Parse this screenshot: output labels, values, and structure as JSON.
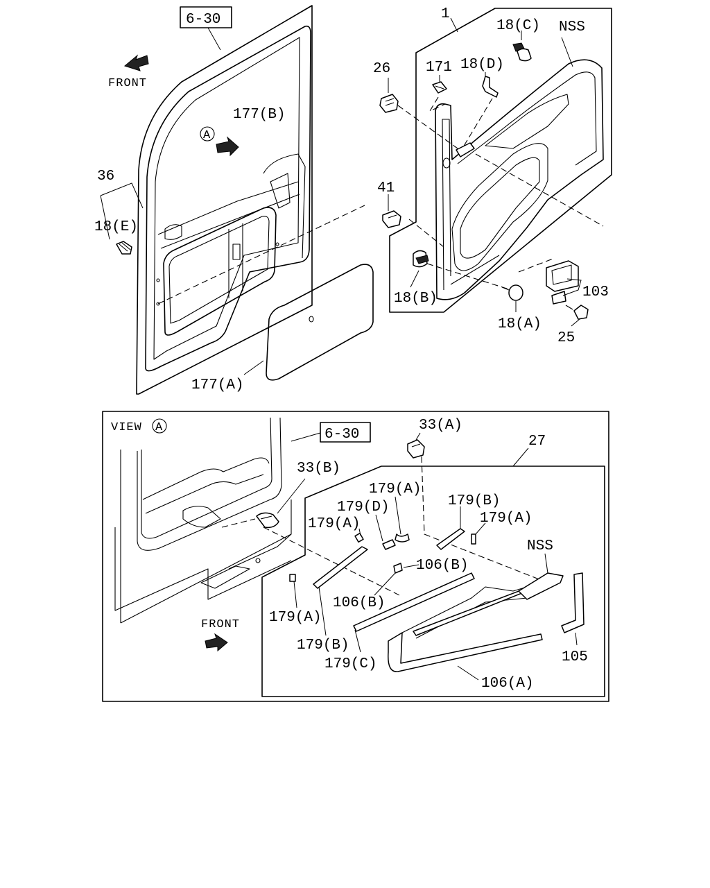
{
  "upper_view": {
    "ref_box": "6-30",
    "front_label": "FRONT",
    "view_marker": "A",
    "labels": {
      "p1": "1",
      "p18c": "18(C)",
      "nss": "NSS",
      "p26": "26",
      "p171": "171",
      "p18d": "18(D)",
      "p177b": "177(B)",
      "p36": "36",
      "p18e": "18(E)",
      "p41": "41",
      "p18b": "18(B)",
      "p18a": "18(A)",
      "p103": "103",
      "p25": "25",
      "p177a": "177(A)"
    }
  },
  "lower_view": {
    "view_label": "VIEW",
    "view_marker": "A",
    "ref_box": "6-30",
    "front_label": "FRONT",
    "labels": {
      "p33a": "33(A)",
      "p27": "27",
      "p33b": "33(B)",
      "p179a_1": "179(A)",
      "p179d": "179(D)",
      "p179b_1": "179(B)",
      "p179a_2": "179(A)",
      "p179a_3": "179(A)",
      "nss": "NSS",
      "p106b_1": "106(B)",
      "p106b_2": "106(B)",
      "p179a_4": "179(A)",
      "p179b_2": "179(B)",
      "p179c": "179(C)",
      "p106a": "106(A)",
      "p105": "105"
    }
  }
}
